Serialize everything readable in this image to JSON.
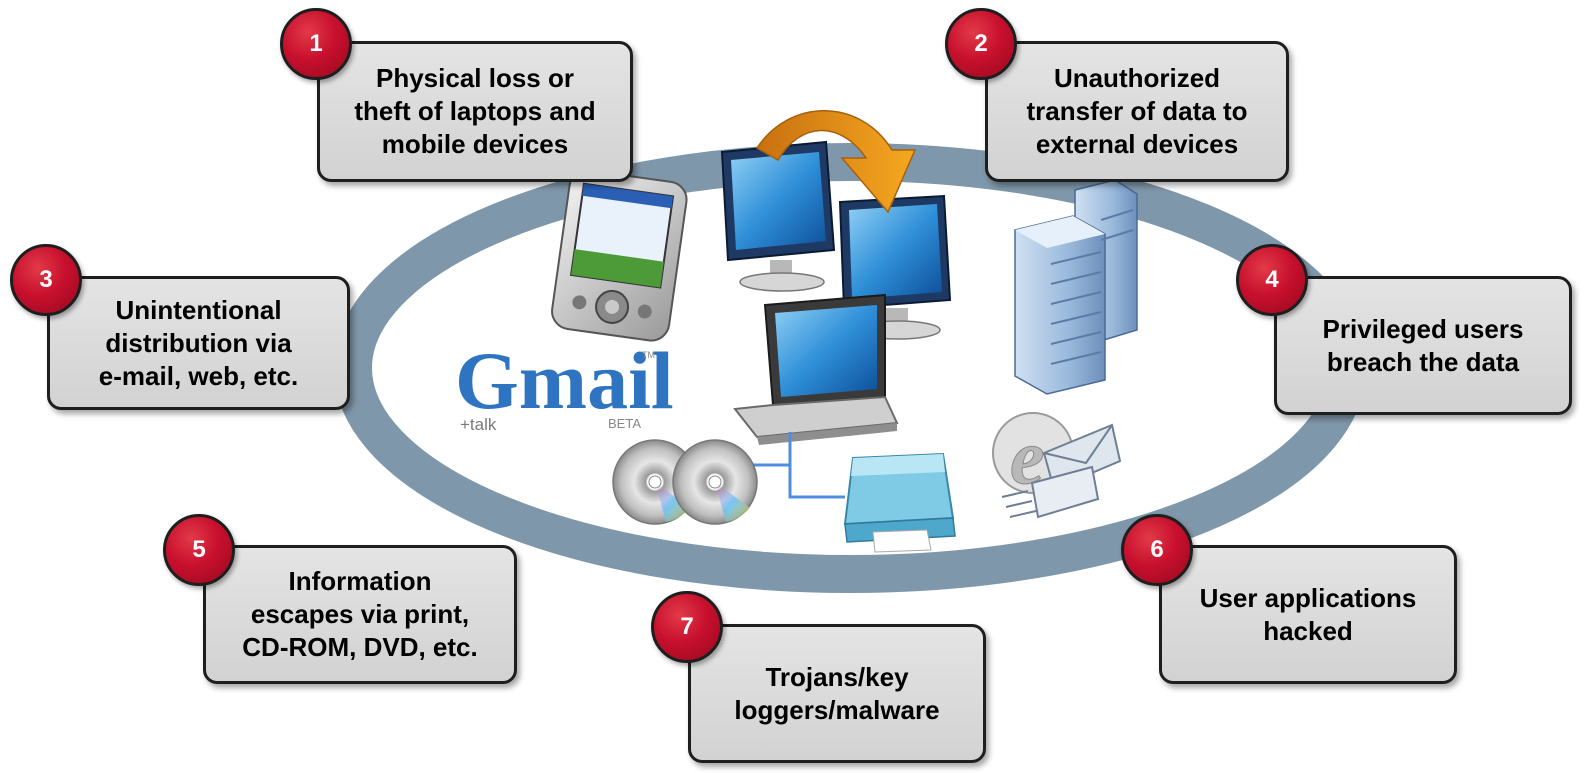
{
  "items": [
    {
      "number": "1",
      "text": "Physical loss or\ntheft of laptops and\nmobile devices"
    },
    {
      "number": "2",
      "text": "Unauthorized\ntransfer of data to\nexternal devices"
    },
    {
      "number": "3",
      "text": "Unintentional\ndistribution via\ne-mail, web, etc."
    },
    {
      "number": "4",
      "text": "Privileged users\nbreach the data"
    },
    {
      "number": "5",
      "text": "Information\nescapes via print,\nCD-ROM, DVD, etc."
    },
    {
      "number": "6",
      "text": "User applications\nhacked"
    },
    {
      "number": "7",
      "text": "Trojans/key\nloggers/malware"
    }
  ],
  "gmail_logo": {
    "wordmark": "Gmail",
    "tm": "TM",
    "talk": "+talk",
    "beta": "BETA"
  },
  "colors": {
    "ring": "#7f97aa",
    "badge": "#c8102e",
    "card": "#dadada",
    "arrow": "#f0a020"
  },
  "icons": [
    "pda-icon",
    "desktop-monitor-icon",
    "transfer-arrow-icon",
    "server-rack-icon",
    "gmail-logo-icon",
    "laptop-icon",
    "cd-disc-icon",
    "printer-icon",
    "email-envelope-icon"
  ]
}
